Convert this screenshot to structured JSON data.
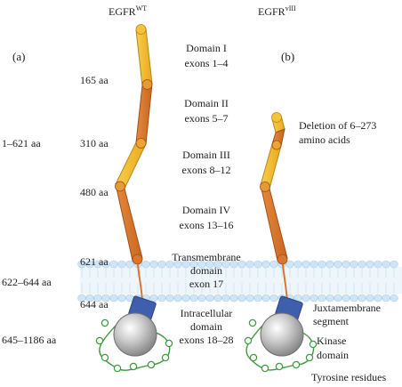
{
  "headers": {
    "wt_main": "EGFR",
    "wt_sup": "WT",
    "viii_main": "EGFR",
    "viii_sup": "vIII"
  },
  "panels": {
    "a": "(a)",
    "b": "(b)"
  },
  "positions": {
    "p165": "165 aa",
    "p310": "310 aa",
    "p480": "480 aa",
    "p621": "621 aa",
    "p644": "644 aa"
  },
  "ranges": {
    "r1": "1–621 aa",
    "r2": "622–644 aa",
    "r3": "645–1186 aa"
  },
  "domains": {
    "d1": {
      "name": "Domain I",
      "exons": "exons 1–4"
    },
    "d2": {
      "name": "Domain II",
      "exons": "exons 5–7"
    },
    "d3": {
      "name": "Domain III",
      "exons": "exons 8–12"
    },
    "d4": {
      "name": "Domain IV",
      "exons": "exons 13–16"
    },
    "tm": {
      "line1": "Transmembrane",
      "line2": "domain",
      "line3": "exon 17"
    },
    "ic": {
      "line1": "Intracellular",
      "line2": "domain",
      "line3": "exons 18–28"
    }
  },
  "viii_labels": {
    "deletion_line1": "Deletion of 6–273",
    "deletion_line2": "amino acids",
    "juxta_line1": "Juxtamembrane",
    "juxta_line2": "segment",
    "kinase_line1": "Kinase",
    "kinase_line2": "domain",
    "tyrosine": "Tyrosine residues"
  },
  "colors": {
    "yellow": "#f2b92a",
    "orange": "#d9772e",
    "membrane": "#cfe4f5",
    "membrane_dark": "#a9cde8",
    "juxta_blue": "#3f5fae",
    "kinase_gray": "#b5b5b5",
    "tyrosine_green": "#3c9a3c"
  }
}
